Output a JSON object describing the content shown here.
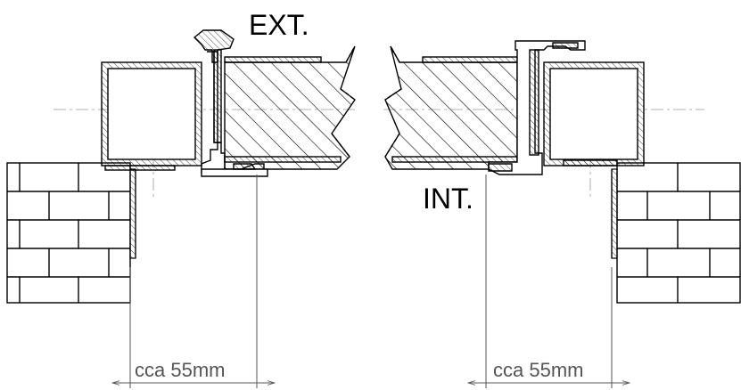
{
  "labels": {
    "exterior": "EXT.",
    "interior": "INT.",
    "dimension_left": "cca 55mm",
    "dimension_right": "cca 55mm"
  },
  "colors": {
    "line": "#000000",
    "hatch": "#000000",
    "dimension": "#555555",
    "center_line": "#9a9a9a",
    "background": "#ffffff"
  }
}
